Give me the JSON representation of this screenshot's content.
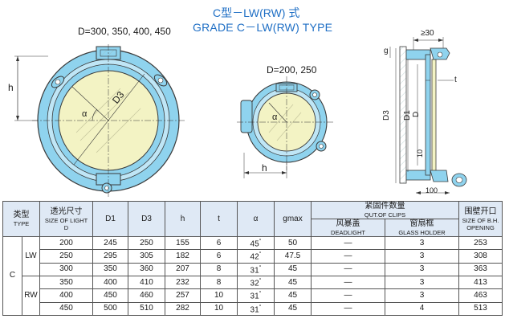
{
  "titles": {
    "cn": "C型－LW(RW) 式",
    "en": "GRADE C－LW(RW) TYPE"
  },
  "drawing_labels": {
    "large_sizes": "D=300, 350, 400, 450",
    "small_sizes": "D=200, 250",
    "h": "h",
    "d3": "D3",
    "alpha": "α",
    "h_small": "h",
    "gmax_min": "≥30",
    "g": "g",
    "t": "t",
    "d3_side": "D3",
    "d1_side": "D1",
    "d_side": "D",
    "ten": "10",
    "hundred": "100"
  },
  "colors": {
    "frame_blue": "#8fd3ee",
    "glass_yellow": "#f3f3c4",
    "outline": "#3a3a3a",
    "title_blue": "#1f6fc5",
    "header_bg": "#dfe9f5"
  },
  "table": {
    "headers": {
      "type_cn": "类型",
      "type_en": "TYPE",
      "light_cn": "透光尺寸",
      "light_en": "SIZE OF LIGHT",
      "light_d": "D",
      "d1": "D1",
      "d3": "D3",
      "h": "h",
      "t": "t",
      "alpha": "α",
      "gmax": "gmax",
      "clips_cn": "紧固件数量",
      "clips_en": "QUT.OF CLIPS",
      "deadlight_cn": "风暴盖",
      "deadlight_en": "DEADLIGHT",
      "glassholder_cn": "窗扇框",
      "glassholder_en": "GLASS HOLDER",
      "opening_cn": "围壁开口",
      "opening_en1": "SIZE OF B.H.",
      "opening_en2": "OPENING"
    },
    "type_main": "C",
    "type_lw": "LW",
    "type_rw": "RW",
    "rows": [
      {
        "d": "200",
        "d1": "245",
        "d3": "250",
        "h": "155",
        "t": "6",
        "alpha": "45",
        "gmax": "50",
        "deadlight": "—",
        "glass": "3",
        "opening": "253"
      },
      {
        "d": "250",
        "d1": "295",
        "d3": "305",
        "h": "182",
        "t": "6",
        "alpha": "42",
        "gmax": "47.5",
        "deadlight": "—",
        "glass": "3",
        "opening": "308"
      },
      {
        "d": "300",
        "d1": "350",
        "d3": "360",
        "h": "207",
        "t": "8",
        "alpha": "31",
        "gmax": "45",
        "deadlight": "—",
        "glass": "3",
        "opening": "363"
      },
      {
        "d": "350",
        "d1": "400",
        "d3": "410",
        "h": "232",
        "t": "8",
        "alpha": "32",
        "gmax": "45",
        "deadlight": "—",
        "glass": "3",
        "opening": "413"
      },
      {
        "d": "400",
        "d1": "450",
        "d3": "460",
        "h": "257",
        "t": "10",
        "alpha": "31",
        "gmax": "45",
        "deadlight": "—",
        "glass": "3",
        "opening": "463"
      },
      {
        "d": "450",
        "d1": "500",
        "d3": "510",
        "h": "282",
        "t": "10",
        "alpha": "31",
        "gmax": "45",
        "deadlight": "—",
        "glass": "4",
        "opening": "513"
      }
    ],
    "degree": "°"
  }
}
